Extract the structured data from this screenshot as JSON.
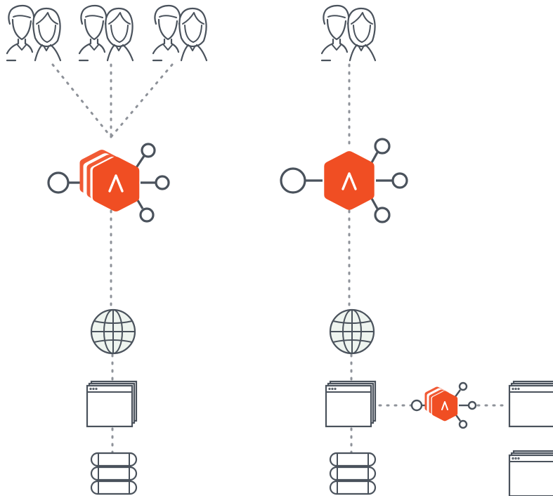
{
  "diagram": {
    "colors": {
      "stroke": "#4a525c",
      "accent": "#f04e23",
      "accent_back": "#f15a35",
      "connector": "#8e9299",
      "fill": "#ffffff",
      "tint": "#e8f0ea"
    },
    "node_logo_glyph": "Λ",
    "left_topology": {
      "users": [
        "user-group",
        "user-group",
        "user-group"
      ],
      "gateway": "stacked-gateway-node",
      "path": [
        "globe-icon",
        "stacked-window-icon",
        "database-icon"
      ]
    },
    "right_topology": {
      "users": [
        "user-group"
      ],
      "gateway": "single-gateway-node",
      "path": [
        "globe-icon",
        "stacked-window-icon",
        "database-icon"
      ],
      "side_branch": [
        "stacked-gateway-node-small",
        "stacked-window-icon",
        "stacked-window-icon"
      ]
    }
  }
}
